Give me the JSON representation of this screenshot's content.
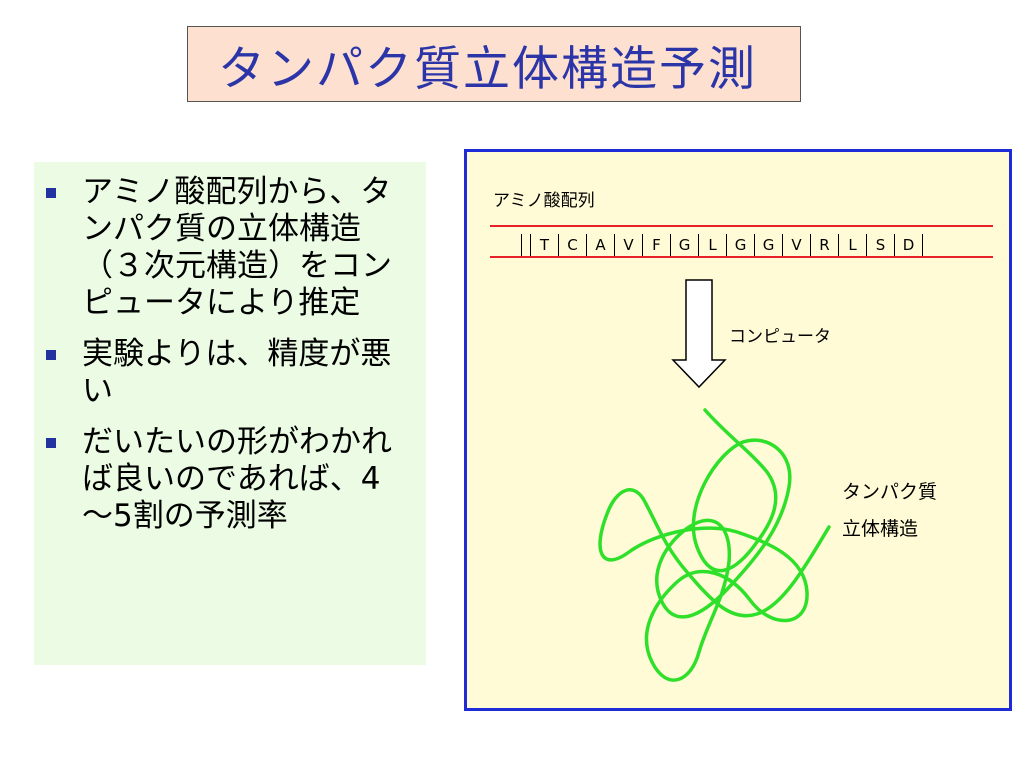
{
  "slide": {
    "title": "タンパク質立体構造予測",
    "bullets": [
      "アミノ酸配列から、タンパク質の立体構造（３次元構造）をコンピュータにより推定",
      "実験よりは、精度が悪い",
      "だいたいの形がわかれば良いのであれば、4～5割の予測率"
    ],
    "diagram": {
      "sequence_label": "アミノ酸配列",
      "sequence": [
        "T",
        "C",
        "A",
        "V",
        "F",
        "G",
        "L",
        "G",
        "G",
        "V",
        "R",
        "L",
        "S",
        "D"
      ],
      "arrow_label": "コンピュータ",
      "structure_label_line1": "タンパク質",
      "structure_label_line2": "立体構造"
    },
    "colors": {
      "title_text": "#2b35a8",
      "title_bg": "#fde0cf",
      "bullet_panel_bg": "#ebfbe4",
      "bullet_marker": "#2233a0",
      "diagram_border": "#1f2bd6",
      "diagram_bg": "#fffbd6",
      "sequence_lines": "#e8202a",
      "protein_strand": "#2fe02a"
    }
  }
}
